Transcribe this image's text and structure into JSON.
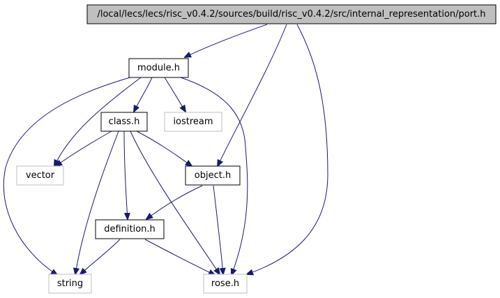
{
  "graph": {
    "nodes": [
      {
        "id": "port",
        "label": "/local/lecs/lecs/risc_v0.4.2/sources/build/risc_v0.4.2/src/internal_representation/port.h",
        "style": "root"
      },
      {
        "id": "module",
        "label": "module.h",
        "style": "documented"
      },
      {
        "id": "class",
        "label": "class.h",
        "style": "documented"
      },
      {
        "id": "iostream",
        "label": "iostream",
        "style": "external"
      },
      {
        "id": "vector",
        "label": "vector",
        "style": "external"
      },
      {
        "id": "object",
        "label": "object.h",
        "style": "documented"
      },
      {
        "id": "definition",
        "label": "definition.h",
        "style": "documented"
      },
      {
        "id": "string",
        "label": "string",
        "style": "external"
      },
      {
        "id": "rose",
        "label": "rose.h",
        "style": "external"
      }
    ],
    "edges": [
      {
        "from": "port",
        "to": "module"
      },
      {
        "from": "port",
        "to": "object"
      },
      {
        "from": "port",
        "to": "rose"
      },
      {
        "from": "module",
        "to": "class"
      },
      {
        "from": "module",
        "to": "iostream"
      },
      {
        "from": "module",
        "to": "vector"
      },
      {
        "from": "module",
        "to": "string"
      },
      {
        "from": "module",
        "to": "rose"
      },
      {
        "from": "class",
        "to": "vector"
      },
      {
        "from": "class",
        "to": "object"
      },
      {
        "from": "class",
        "to": "definition"
      },
      {
        "from": "class",
        "to": "string"
      },
      {
        "from": "class",
        "to": "rose"
      },
      {
        "from": "object",
        "to": "definition"
      },
      {
        "from": "object",
        "to": "rose"
      },
      {
        "from": "definition",
        "to": "string"
      },
      {
        "from": "definition",
        "to": "rose"
      }
    ]
  },
  "colors": {
    "root_fill": "#bfbfbf",
    "root_stroke": "#000000",
    "documented_fill": "#ffffff",
    "documented_stroke": "#000000",
    "external_fill": "#ffffff",
    "external_stroke": "#bfbfbf",
    "edge": "#191970",
    "text": "#000000"
  }
}
